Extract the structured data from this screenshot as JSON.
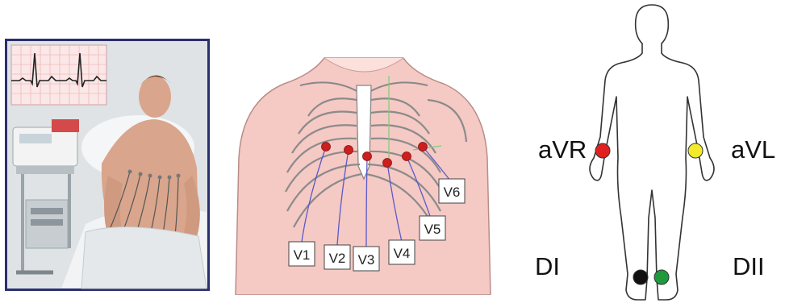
{
  "chest": {
    "leads": [
      {
        "id": "V1",
        "label": "V1"
      },
      {
        "id": "V2",
        "label": "V2"
      },
      {
        "id": "V3",
        "label": "V3"
      },
      {
        "id": "V4",
        "label": "V4"
      },
      {
        "id": "V5",
        "label": "V5"
      },
      {
        "id": "V6",
        "label": "V6"
      }
    ]
  },
  "limbs": {
    "right_arm": {
      "label": "aVR",
      "color": "#e02020"
    },
    "left_arm": {
      "label": "aVL",
      "color": "#f2ea2a"
    },
    "right_leg": {
      "label": "DI",
      "color": "#111111"
    },
    "left_leg": {
      "label": "DII",
      "color": "#1e9a3c"
    }
  },
  "colors": {
    "skin": "#f5c9c4",
    "electrode": "#cc1f1f",
    "lead_wire": "#5a5ac8",
    "photo_border": "#2a2f6e",
    "ecg_grid": "#f0b8b8"
  }
}
